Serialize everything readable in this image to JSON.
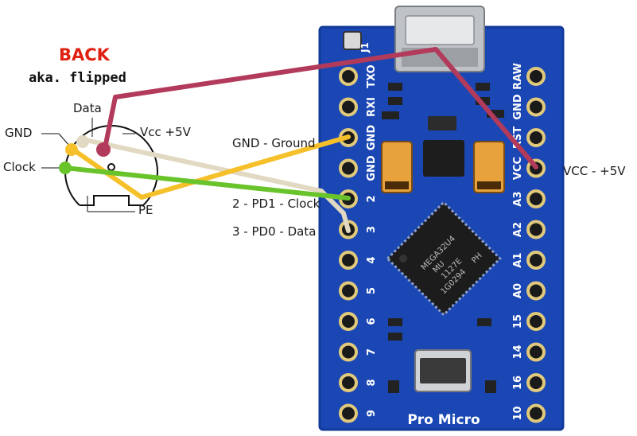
{
  "diagram": {
    "title": "BACK",
    "subtitle": "aka. flipped",
    "connector_labels": {
      "data": "Data",
      "gnd": "GND",
      "vcc": "Vcc +5V",
      "clock": "Clock",
      "pe": "PE"
    },
    "wire_labels": {
      "ground": "GND - Ground",
      "clock": "2 - PD1 - Clock",
      "data": "3 - PD0 - Data",
      "vcc": "VCC - +5V"
    },
    "wire_colors": {
      "vcc": "#b23a5a",
      "ground": "#f5c02a",
      "clock": "#69c32a",
      "data": "#e2d9c2"
    },
    "board": {
      "name": "Pro Micro",
      "chip_lines": [
        "MEGA32U4",
        "MU",
        "1127E",
        "1G0294",
        "PH"
      ],
      "header_label": "J1",
      "left_pins": [
        "TXO",
        "RXI",
        "GND",
        "GND",
        "2",
        "3",
        "4",
        "5",
        "6",
        "7",
        "8",
        "9"
      ],
      "right_pins": [
        "RAW",
        "GND",
        "RST",
        "VCC",
        "A3",
        "A2",
        "A1",
        "A0",
        "15",
        "14",
        "16",
        "10"
      ],
      "board_color": "#1b47b5"
    }
  }
}
